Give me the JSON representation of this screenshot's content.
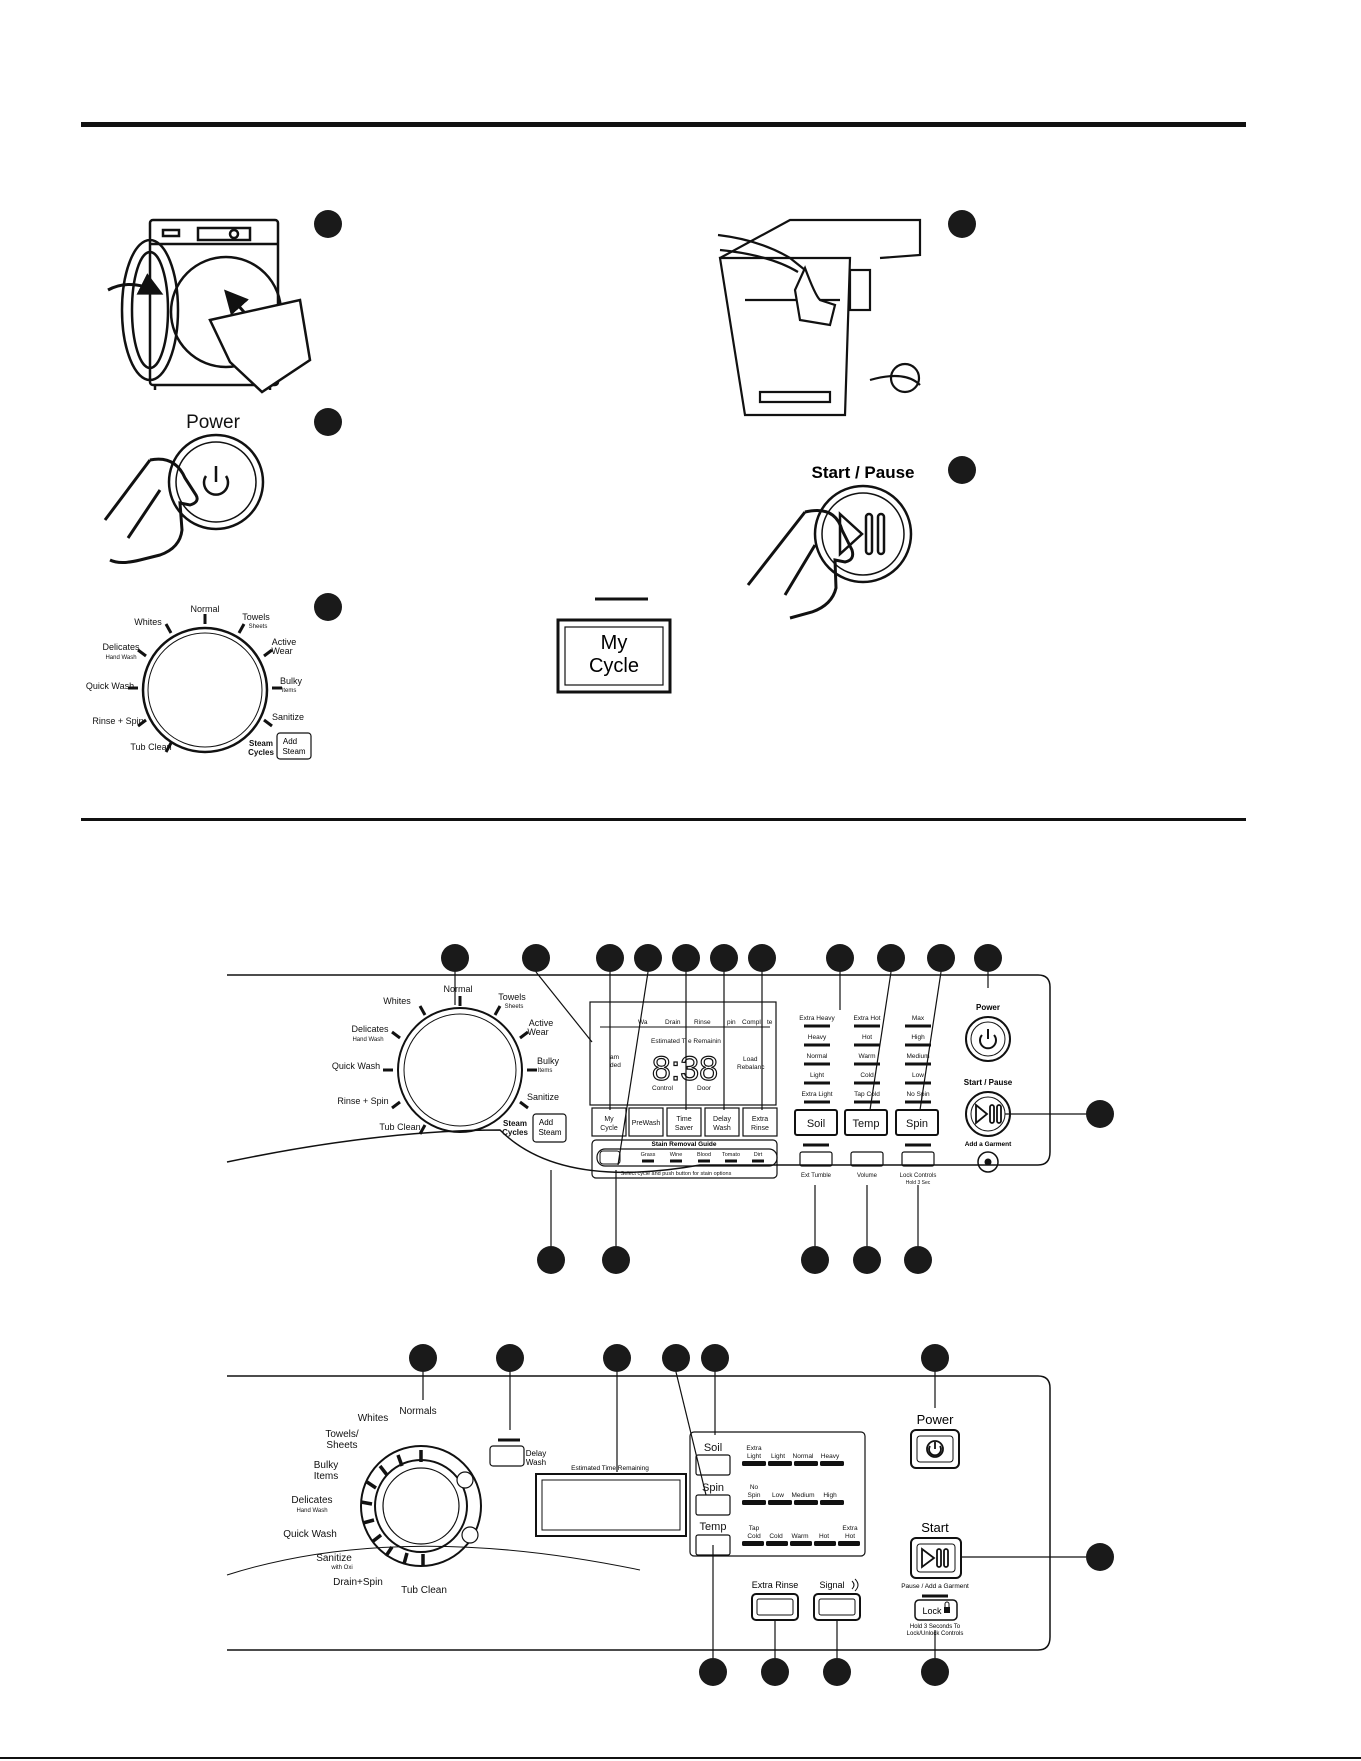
{
  "colors": {
    "ink": "#111111",
    "badge": "#1a1a1a",
    "paper": "#ffffff",
    "gray": "#777777"
  },
  "steps": {
    "power_label": "Power",
    "start_pause_label": "Start / Pause",
    "my_cycle_line1": "My",
    "my_cycle_line2": "Cycle"
  },
  "dial": {
    "normal": "Normal",
    "whites": "Whites",
    "towels": "Towels",
    "sheets": "Sheets",
    "delicates": "Delicates",
    "hand_wash": "Hand Wash",
    "active": "Active",
    "wear": "Wear",
    "quick_wash": "Quick Wash",
    "bulky": "Bulky",
    "items": "Items",
    "rinse_spin": "Rinse + Spin",
    "sanitize": "Sanitize",
    "tub_clean": "Tub Clean",
    "steam": "Steam",
    "cycles": "Cycles",
    "add": "Add",
    "steam_btn": "Steam"
  },
  "panel1": {
    "status": [
      "Wa",
      "Drain",
      "Rinse",
      "pin",
      "Compl",
      "te"
    ],
    "est_time": "Estimated T",
    "est_time2": "e Remainin",
    "time_value": "8:38",
    "control": "Control",
    "door": "Door",
    "steam_added1": "am",
    "steam_added2": "ded",
    "load_rebalancing1": "Load",
    "load_rebalancing2": "Rebalanc",
    "buttons": [
      {
        "l1": "My",
        "l2": "Cycle"
      },
      {
        "l1": "PreWash",
        "l2": ""
      },
      {
        "l1": "Time",
        "l2": "Saver"
      },
      {
        "l1": "Delay",
        "l2": "Wash"
      },
      {
        "l1": "Extra",
        "l2": "Rinse"
      }
    ],
    "stain_title": "Stain Removal Guide",
    "stains": [
      "Grass",
      "Wine",
      "Blood",
      "Tomato",
      "Dirt"
    ],
    "stain_note": "Select cycle and push button for stain options",
    "soil_levels": [
      "Extra Heavy",
      "Heavy",
      "Normal",
      "Light",
      "Extra Light"
    ],
    "temp_levels": [
      "Extra Hot",
      "Hot",
      "Warm",
      "Cold",
      "Tap Cold"
    ],
    "spin_levels": [
      "Max",
      "High",
      "Medium",
      "Low",
      "No Spin"
    ],
    "soil": "Soil",
    "temp": "Temp",
    "spin": "Spin",
    "ext_tumble": "Ext Tumble",
    "volume": "Volume",
    "lock_controls": "Lock Controls",
    "hold3": "Hold 3 Sec",
    "power": "Power",
    "start_pause": "Start / Pause",
    "add_garment": "Add a Garment"
  },
  "panel2": {
    "normals": "Normals",
    "whites": "Whites",
    "towels": "Towels/",
    "sheets": "Sheets",
    "bulky": "Bulky",
    "items": "Items",
    "delicates": "Delicates",
    "hand_wash": "Hand Wash",
    "quick_wash": "Quick Wash",
    "sanitize": "Sanitize",
    "with_oxi": "with Oxi",
    "drain_spin": "Drain+Spin",
    "tub_clean": "Tub Clean",
    "delay": "Delay",
    "wash": "Wash",
    "est_time": "Estimated Time Remaining",
    "soil": "Soil",
    "spin": "Spin",
    "temp": "Temp",
    "soil_levels": [
      [
        "Extra",
        "Light"
      ],
      [
        "",
        "Light"
      ],
      [
        "",
        "Normal"
      ],
      [
        "",
        "Heavy"
      ]
    ],
    "spin_levels": [
      [
        "No",
        "Spin"
      ],
      [
        "",
        "Low"
      ],
      [
        "",
        "Medium"
      ],
      [
        "",
        "High"
      ]
    ],
    "temp_levels": [
      [
        "Tap",
        "Cold"
      ],
      [
        "",
        "Cold"
      ],
      [
        "",
        "Warm"
      ],
      [
        "",
        "Hot"
      ],
      [
        "Extra",
        "Hot"
      ]
    ],
    "extra_rinse": "Extra Rinse",
    "signal": "Signal",
    "power": "Power",
    "start": "Start",
    "pause_add": "Pause / Add a Garment",
    "lock": "Lock",
    "hold_note1": "Hold 3 Seconds To",
    "hold_note2": "Lock/Unlock Controls"
  }
}
